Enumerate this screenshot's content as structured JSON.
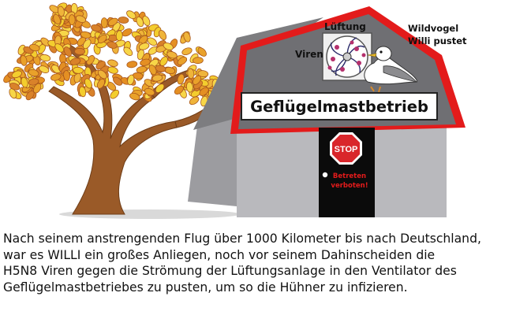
{
  "labels": {
    "ventilation": "Lüftung",
    "viruses": "Viren",
    "bird_line1": "Wildvogel",
    "bird_line2": "Willi pustet",
    "sign": "Geflügelmastbetrieb",
    "stop": "STOP",
    "door_line1": "Betreten",
    "door_line2": "verboten!"
  },
  "caption": [
    "Nach seinem anstrengenden Flug über 1000 Kilometer bis nach Deutschland,",
    "war es WILLI ein großes Anliegen, noch vor seinem Dahinscheiden die",
    "H5N8 Viren gegen die Strömung der Lüftungsanlage in den Ventilator des",
    "Geflügelmastbetriebes zu pusten, um so die Hühner zu infizieren."
  ],
  "colors": {
    "roof_edge": "#e31b1b",
    "roof": "#6f6f73",
    "wall": "#b9b9bd",
    "trunk": "#9a5a28",
    "stop": "#d9262b",
    "leaf_orange": "#e9a12a",
    "leaf_yellow": "#f3cd2e"
  }
}
